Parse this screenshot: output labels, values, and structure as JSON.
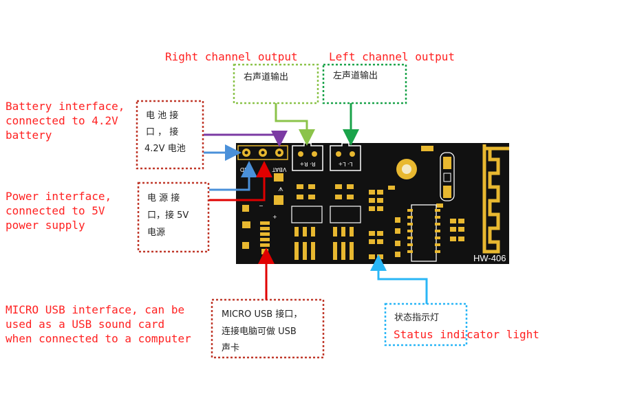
{
  "labels": {
    "right_channel_en": "Right channel output",
    "right_channel_cn": "右声道输出",
    "left_channel_en": "Left channel output",
    "left_channel_cn": "左声道输出",
    "battery_en": [
      "Battery interface,",
      "connected to 4.2V",
      "battery"
    ],
    "battery_cn": [
      "电 池 接",
      "口 ， 接",
      "4.2V 电池"
    ],
    "power_en": [
      "Power interface,",
      "connected to 5V",
      "power supply"
    ],
    "power_cn": [
      "电 源 接",
      "口，接 5V",
      "电源"
    ],
    "usb_en": [
      "MICRO USB interface, can be",
      "used as a USB sound card",
      "when connected to a computer"
    ],
    "usb_cn": [
      "MICRO USB 接口，",
      "连接电脑可做 USB",
      "声卡"
    ],
    "status_cn": "状态指示灯",
    "status_en": "Status indicator light"
  },
  "board": {
    "model": "HW-406",
    "pins": [
      "GND",
      "5V",
      "VBAT"
    ],
    "right_header": "R- R+",
    "left_header": "L- L+",
    "plus_mark": "+",
    "minus_mark": "−"
  },
  "colors": {
    "red_text": "#ff2020",
    "red_box": "#c0392b",
    "light_green": "#8bc34a",
    "green": "#1aa34a",
    "purple": "#7b3aa3",
    "blue": "#4a90d9",
    "red_arrow": "#e00000",
    "cyan": "#29b6f6",
    "board": "#111111",
    "gold": "#e8b830"
  }
}
